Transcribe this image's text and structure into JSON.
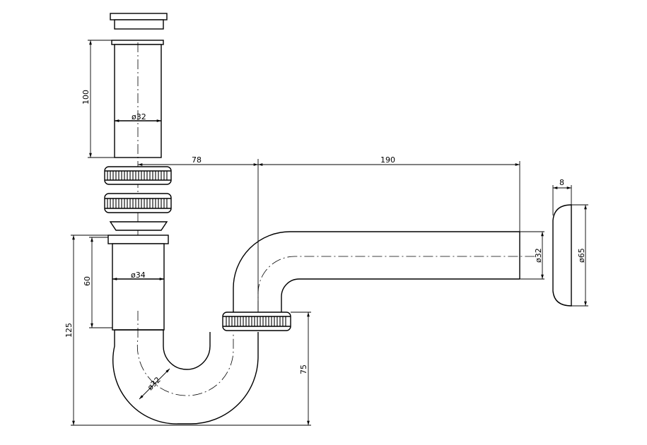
{
  "dimensions": {
    "drain_height": "100",
    "drain_diameter": "ø32",
    "offset_to_outlet": "78",
    "outlet_length": "190",
    "flange_thickness": "8",
    "outlet_diameter": "ø32",
    "flange_diameter": "ø65",
    "tailpiece_height": "60",
    "tailpiece_diameter": "ø34",
    "total_height": "125",
    "bend_diameter": "ø32",
    "outlet_height": "75"
  }
}
